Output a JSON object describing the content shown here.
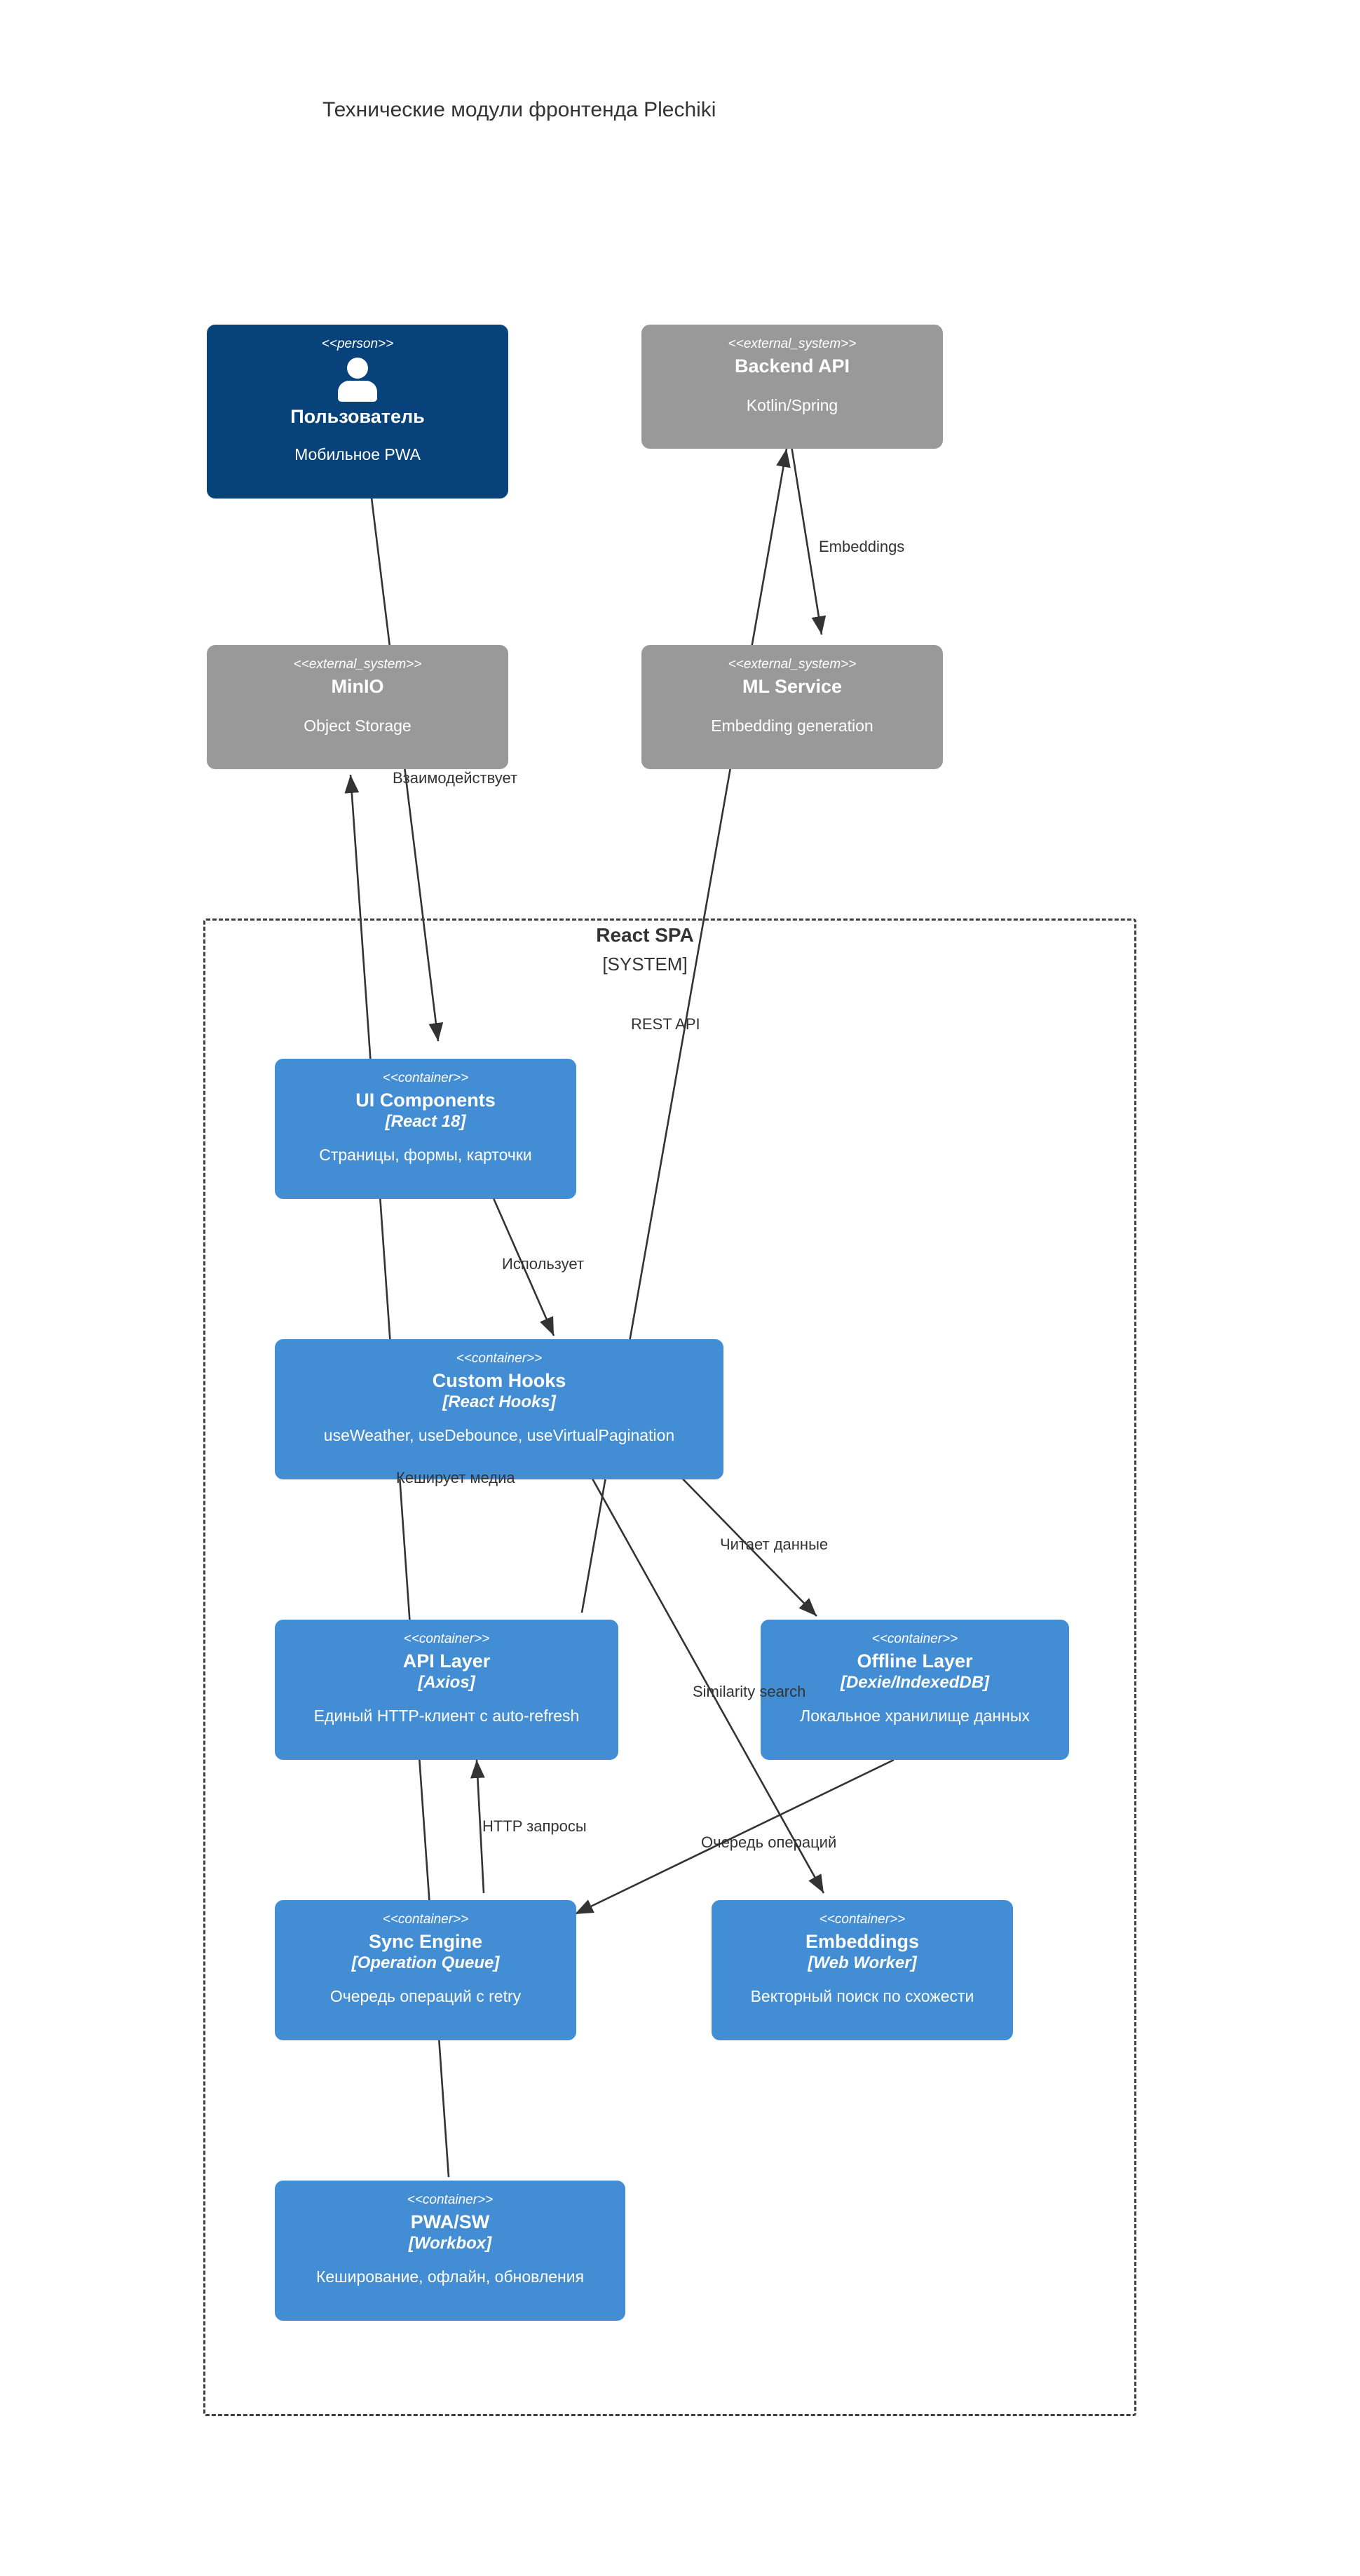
{
  "title": "Технические модули фронтенда Plechiki",
  "boundary": {
    "name": "React SPA",
    "type_label": "[SYSTEM]"
  },
  "stereotypes": {
    "person": "<<person>>",
    "external_system": "<<external_system>>",
    "container": "<<container>>"
  },
  "colors": {
    "person": "#08427b",
    "external_system": "#999999",
    "container": "#438dd5",
    "edge": "#333333",
    "boundary": "#404040",
    "background": "#ffffff"
  },
  "nodes": [
    {
      "id": "user",
      "kind": "person",
      "stereotype": "<<person>>",
      "name": "Пользователь",
      "tech": "",
      "desc": "Мобильное PWA"
    },
    {
      "id": "backend_api",
      "kind": "external_system",
      "stereotype": "<<external_system>>",
      "name": "Backend API",
      "tech": "",
      "desc": "Kotlin/Spring"
    },
    {
      "id": "minio",
      "kind": "external_system",
      "stereotype": "<<external_system>>",
      "name": "MinIO",
      "tech": "",
      "desc": "Object Storage"
    },
    {
      "id": "ml_service",
      "kind": "external_system",
      "stereotype": "<<external_system>>",
      "name": "ML Service",
      "tech": "",
      "desc": "Embedding generation"
    },
    {
      "id": "ui_components",
      "kind": "container",
      "stereotype": "<<container>>",
      "name": "UI Components",
      "tech": "[React 18]",
      "desc": "Страницы, формы, карточки"
    },
    {
      "id": "custom_hooks",
      "kind": "container",
      "stereotype": "<<container>>",
      "name": "Custom Hooks",
      "tech": "[React Hooks]",
      "desc": "useWeather, useDebounce, useVirtualPagination"
    },
    {
      "id": "api_layer",
      "kind": "container",
      "stereotype": "<<container>>",
      "name": "API Layer",
      "tech": "[Axios]",
      "desc": "Единый HTTP-клиент с auto-refresh"
    },
    {
      "id": "offline_layer",
      "kind": "container",
      "stereotype": "<<container>>",
      "name": "Offline Layer",
      "tech": "[Dexie/IndexedDB]",
      "desc": "Локальное хранилище данных"
    },
    {
      "id": "sync_engine",
      "kind": "container",
      "stereotype": "<<container>>",
      "name": "Sync Engine",
      "tech": "[Operation Queue]",
      "desc": "Очередь операций с retry"
    },
    {
      "id": "embeddings",
      "kind": "container",
      "stereotype": "<<container>>",
      "name": "Embeddings",
      "tech": "[Web Worker]",
      "desc": "Векторный поиск по схожести"
    },
    {
      "id": "pwa_sw",
      "kind": "container",
      "stereotype": "<<container>>",
      "name": "PWA/SW",
      "tech": "[Workbox]",
      "desc": "Кеширование, офлайн, обновления"
    }
  ],
  "edges": [
    {
      "id": "e_user_ui",
      "from": "user",
      "to": "ui_components",
      "label": "Взаимодействует"
    },
    {
      "id": "e_backend_ml",
      "from": "backend_api",
      "to": "ml_service",
      "label": "Embeddings"
    },
    {
      "id": "e_api_backend",
      "from": "api_layer",
      "to": "backend_api",
      "label": "REST API"
    },
    {
      "id": "e_ui_hooks",
      "from": "ui_components",
      "to": "custom_hooks",
      "label": "Использует"
    },
    {
      "id": "e_hooks_offline",
      "from": "custom_hooks",
      "to": "offline_layer",
      "label": "Читает данные"
    },
    {
      "id": "e_hooks_embed",
      "from": "custom_hooks",
      "to": "embeddings",
      "label": "Similarity search"
    },
    {
      "id": "e_sync_api",
      "from": "sync_engine",
      "to": "api_layer",
      "label": "HTTP запросы"
    },
    {
      "id": "e_offline_sync",
      "from": "offline_layer",
      "to": "sync_engine",
      "label": "Очередь операций"
    },
    {
      "id": "e_pwa_minio",
      "from": "pwa_sw",
      "to": "minio",
      "label": "Кеширует медиа"
    }
  ]
}
